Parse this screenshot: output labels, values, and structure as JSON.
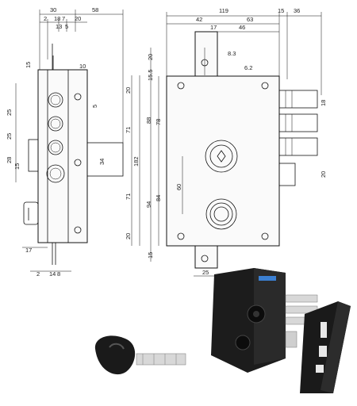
{
  "side_view": {
    "dims_top": [
      "30",
      "58",
      "2",
      "18",
      "7",
      "13",
      "5",
      "20"
    ],
    "dims_left": [
      "15",
      "10",
      "25",
      "25",
      "28",
      "15",
      "17",
      "2",
      "14",
      "8"
    ],
    "dims_right": [
      "20",
      "71",
      "71",
      "20",
      "182",
      "34",
      "5"
    ]
  },
  "front_view": {
    "dims_top": [
      "119",
      "15",
      "36",
      "42",
      "63",
      "17",
      "46"
    ],
    "dims_left": [
      "20",
      "15.5",
      "88",
      "78",
      "94",
      "84",
      "15"
    ],
    "dims_misc": [
      "8.3",
      "6.2",
      "60",
      "25"
    ],
    "dims_right": [
      "18",
      "20"
    ]
  },
  "colors": {
    "lock_body": "#1c1c1c",
    "bolts": "#d8d8d8",
    "key_head": "#1a1a1a"
  }
}
